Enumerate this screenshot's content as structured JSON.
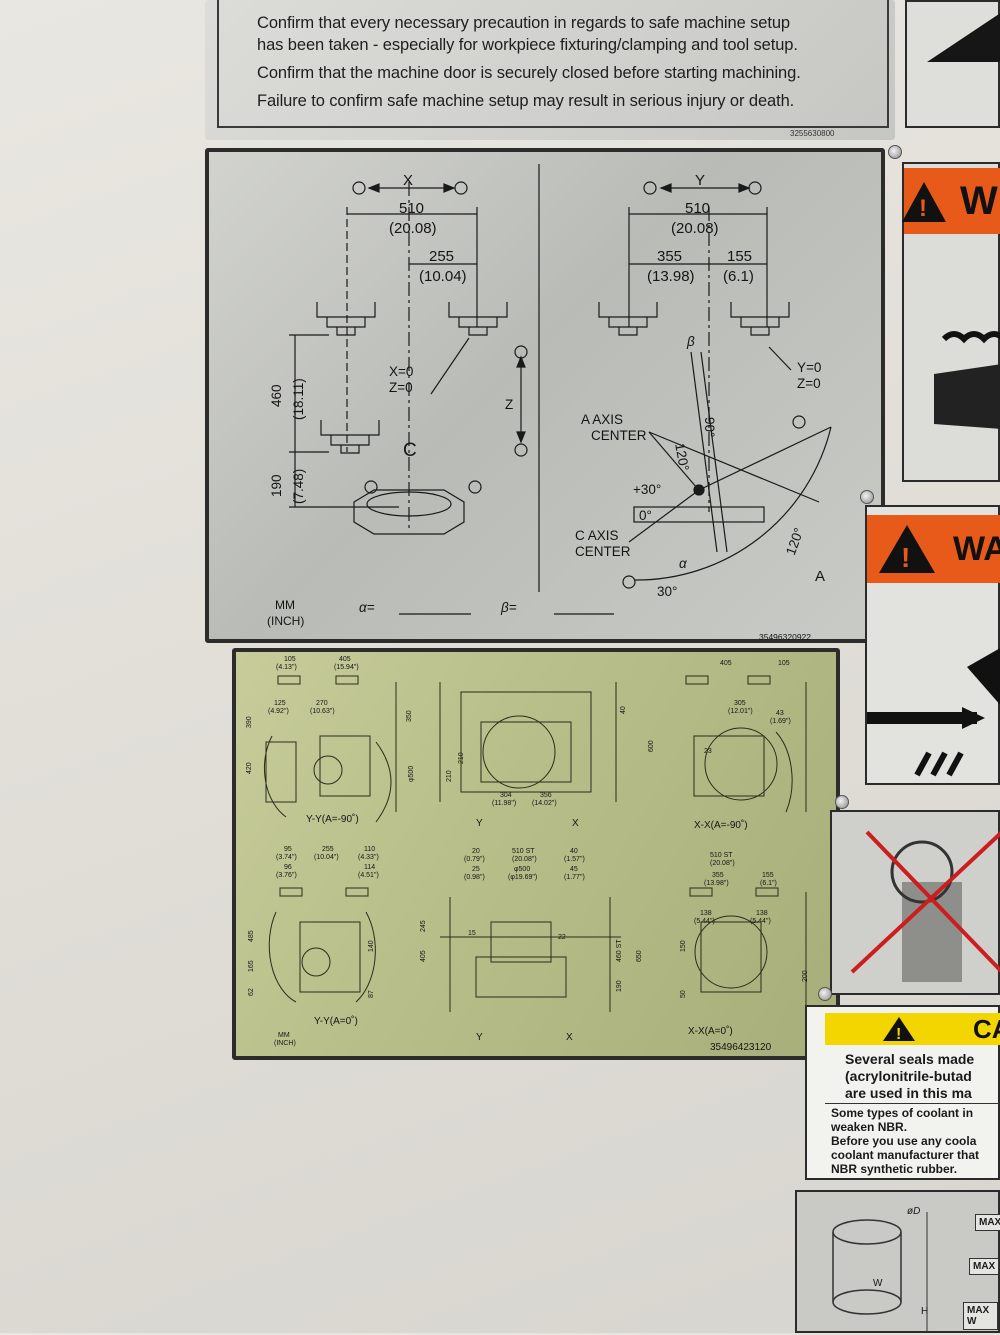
{
  "top_warning": {
    "lines": [
      "Confirm that every necessary precaution in regards to safe machine setup",
      "has been taken - especially for workpiece fixturing/clamping and tool setup.",
      "Confirm that the machine door is securely closed before starting machining.",
      "Failure to confirm safe machine setup may result in serious injury or death."
    ],
    "code": "3255630800"
  },
  "travel_plate": {
    "x_label": "X",
    "minus": "⊖",
    "plus": "⊕",
    "x_total_mm": "510",
    "x_total_in": "(20.08)",
    "x_half_mm": "255",
    "x_half_in": "(10.04)",
    "xz_zero_x": "X=0",
    "xz_zero_z": "Z=0",
    "c_label": "C",
    "z_label": "Z",
    "z_460_mm": "460",
    "z_460_in": "(18.11)",
    "z_190_mm": "190",
    "z_190_in": "(7.48)",
    "units_mm": "MM",
    "units_inch": "(INCH)",
    "alpha_label": "α=",
    "beta_label": "β=",
    "y_label": "Y",
    "y_total_mm": "510",
    "y_total_in": "(20.08)",
    "y_355_mm": "355",
    "y_355_in": "(13.98)",
    "y_155_mm": "155",
    "y_155_in": "(6.1)",
    "yz_zero_y": "Y=0",
    "yz_zero_z": "Z=0",
    "a_axis_1": "A AXIS",
    "a_axis_2": "CENTER",
    "c_axis_1": "C AXIS",
    "c_axis_2": "CENTER",
    "angle_plus30": "+30°",
    "angle_0": "0°",
    "angle_120a": "120°",
    "angle_90": "90°",
    "angle_120b": "120°",
    "angle_30": "30°",
    "alpha_sym": "α",
    "beta_sym": "β",
    "a_label": "A",
    "part_no": "35496320922"
  },
  "interference_plate": {
    "title_yy90": "Y-Y(A=-90˚)",
    "title_xx90": "X-X(A=-90˚)",
    "title_yy0": "Y-Y(A=0˚)",
    "title_xx0": "X-X(A=0˚)",
    "y_label": "Y",
    "x_label": "X",
    "units_mm": "MM",
    "units_inch": "(INCH)",
    "part_no": "35496423120",
    "dims": {
      "d105": "105",
      "d105i": "(4.13\")",
      "d405": "405",
      "d405i": "(15.94\")",
      "d125": "125",
      "d125i": "(4.92\")",
      "d270": "270",
      "d270i": "(10.63\")",
      "d390": "390",
      "d420": "420",
      "d350": "350",
      "d500": "φ500",
      "d210a": "210",
      "d210b": "210",
      "d304": "304",
      "d304i": "(11.98\")",
      "d356": "356",
      "d356i": "(14.02\")",
      "d40": "40",
      "d600": "600",
      "d305": "305",
      "d305i": "(12.01\")",
      "d43": "43",
      "d43i": "(1.69\")",
      "d95": "95",
      "d95i": "(3.74\")",
      "d255": "255",
      "d255i": "(10.04\")",
      "d110": "110",
      "d110i": "(4.33\")",
      "d96": "96",
      "d96i": "(3.76\")",
      "d114": "114",
      "d114i": "(4.51\")",
      "d485": "485",
      "d165": "165",
      "d62": "62",
      "d140": "140",
      "d87": "87",
      "d245": "245",
      "d20": "20",
      "d20i": "(0.79\")",
      "d25": "25",
      "d25i": "(0.98\")",
      "d510st": "510  ST",
      "d510sti": "(20.08\")",
      "d500b": "φ500",
      "d500bi": "(φ19.69\")",
      "d40b": "40",
      "d40bi": "(1.57\")",
      "d45": "45",
      "d45i": "(1.77\")",
      "d460st": "460 ST",
      "d190": "190",
      "d650": "650",
      "d510st2": "510  ST",
      "d510st2i": "(20.08\")",
      "d355": "355",
      "d355i": "(13.98\")",
      "d155": "155",
      "d155i": "(6.1\")",
      "d138a": "138",
      "d138ai": "(5.44\")",
      "d138b": "138",
      "d138bi": "(5.44\")",
      "d150": "150",
      "d50": "50",
      "d200": "200",
      "d23": "23",
      "d15": "15",
      "d22": "22"
    }
  },
  "side_labels": {
    "warning_1": "W",
    "warning_2": "WA",
    "caution": "CA",
    "caution_line1": "Several seals made",
    "caution_line2": "(acrylonitrile-butad",
    "caution_line3": "are used in this ma",
    "caution_line4": "Some types of coolant in",
    "caution_line5": "weaken NBR.",
    "caution_line6": "Before you use any coola",
    "caution_line7": "coolant manufacturer that",
    "caution_line8": "NBR synthetic rubber.",
    "max1": "MAX",
    "max2": "MAX",
    "max3": "MAX W",
    "phi_d": "øD",
    "w": "W",
    "h": "H"
  },
  "colors": {
    "warning_orange": "#e85a1a",
    "caution_yellow": "#f3d500",
    "interference_plate": "#b8bf8a",
    "travel_plate": "#c2c4bf"
  }
}
